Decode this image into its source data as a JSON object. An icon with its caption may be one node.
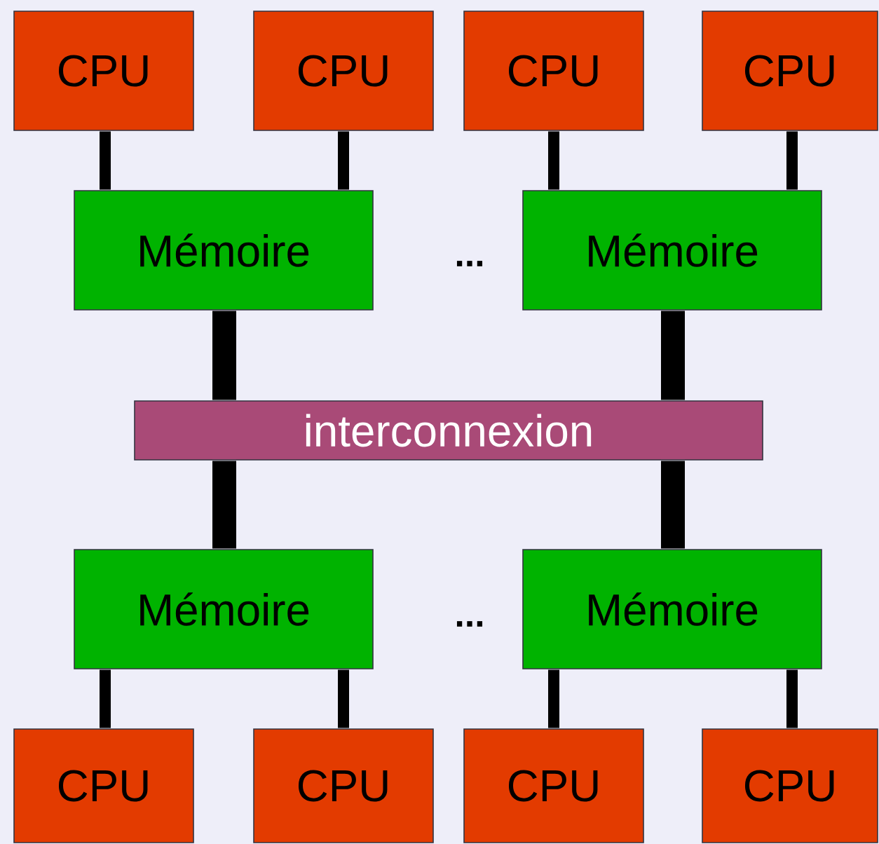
{
  "diagram": {
    "nodes": [
      {
        "text": [
          "CPU"
        ]
      },
      {
        "text": [
          "CPU"
        ]
      },
      {
        "text": [
          "CPU"
        ]
      },
      {
        "text": [
          "CPU"
        ]
      },
      {
        "text": [
          "Mémoire"
        ]
      },
      {
        "text": [
          "Mémoire"
        ]
      },
      {
        "text": [
          "interconnexion"
        ]
      },
      {
        "text": [
          "Mémoire"
        ]
      },
      {
        "text": [
          "Mémoire"
        ]
      },
      {
        "text": [
          "CPU"
        ]
      },
      {
        "text": [
          "CPU"
        ]
      },
      {
        "text": [
          "CPU"
        ]
      },
      {
        "text": [
          "CPU"
        ]
      }
    ],
    "edges": [
      {
        "from": 0,
        "to": 4,
        "arrow": "none"
      },
      {
        "from": 1,
        "to": 4,
        "arrow": "none"
      },
      {
        "from": 2,
        "to": 5,
        "arrow": "none"
      },
      {
        "from": 3,
        "to": 5,
        "arrow": "none"
      },
      {
        "from": 4,
        "to": 6,
        "arrow": "none",
        "style": "thick"
      },
      {
        "from": 5,
        "to": 6,
        "arrow": "none",
        "style": "thick"
      },
      {
        "from": 6,
        "to": 7,
        "arrow": "none",
        "style": "thick"
      },
      {
        "from": 6,
        "to": 8,
        "arrow": "none",
        "style": "thick"
      },
      {
        "from": 7,
        "to": 9,
        "arrow": "none"
      },
      {
        "from": 7,
        "to": 10,
        "arrow": "none"
      },
      {
        "from": 8,
        "to": 11,
        "arrow": "none"
      },
      {
        "from": 8,
        "to": 12,
        "arrow": "none"
      }
    ],
    "labels": [
      "...",
      "..."
    ]
  }
}
